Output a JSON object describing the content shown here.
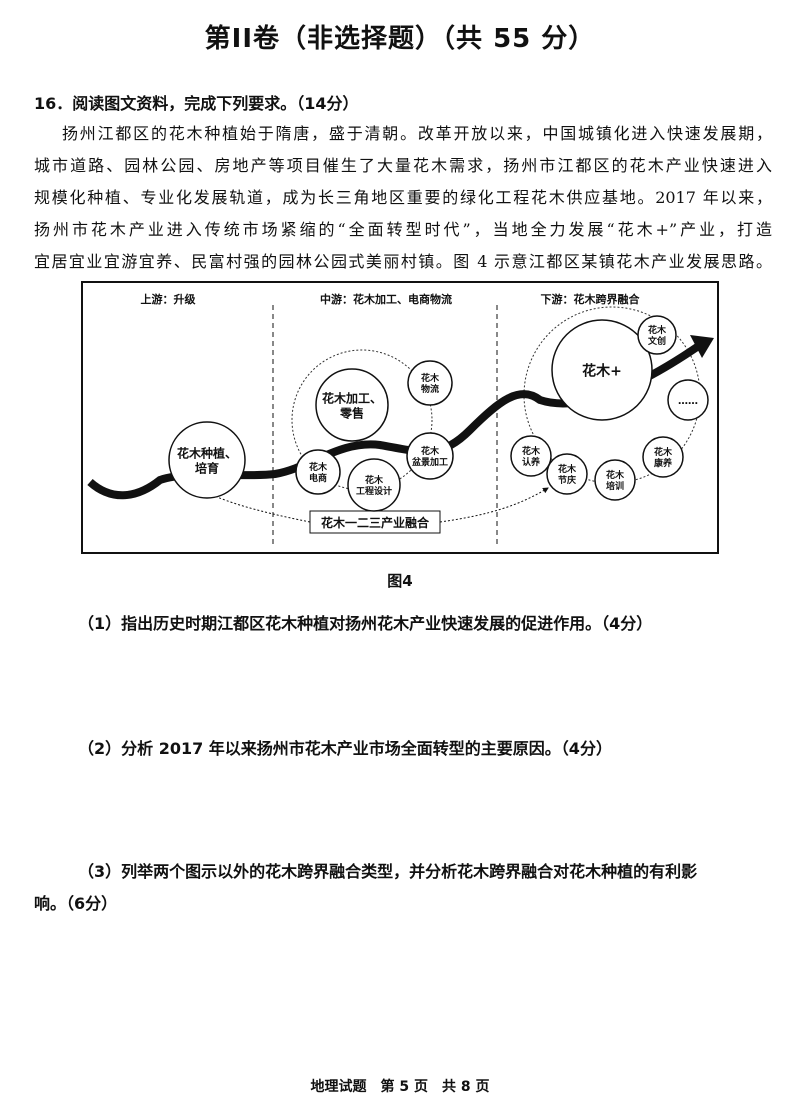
{
  "title": "第II卷（非选择题）（共 55 分）",
  "question": {
    "heading": "16．阅读图文资料，完成下列要求。（14分）",
    "paragraph_lines": [
      "扬州江都区的花木种植始于隋唐，盛于清朝。改革开放以来，中国城镇化进入快速发展期，",
      "城市道路、园林公园、房地产等项目催生了大量花木需求，扬州市江都区的花木产业快速进入",
      "规模化种植、专业化发展轨道，成为长三角地区重要的绿化工程花木供应基地。2017 年以来，",
      "扬州市花木产业进入传统市场紧缩的“全面转型时代”，当地全力发展“花木+”产业，打造",
      "宜居宜业宜游宜养、民富村强的园林公园式美丽村镇。图 4 示意江都区某镇花木产业发展思路。"
    ]
  },
  "figure": {
    "caption": "图4",
    "sections": [
      "上游：升级",
      "中游：花木加工、电商物流",
      "下游：花木跨界融合"
    ],
    "nodes": {
      "planting": [
        "花木种植、",
        "培育"
      ],
      "processing": [
        "花木加工、",
        "零售"
      ],
      "logistics": [
        "花木",
        "物流"
      ],
      "ecommerce": [
        "花木",
        "电商"
      ],
      "engineering": [
        "花木",
        "工程设计"
      ],
      "bonsai": [
        "花木",
        "盆景加工"
      ],
      "plus": "花木+",
      "cultural": [
        "花木",
        "文创"
      ],
      "more": "……",
      "adopt": [
        "花木",
        "认养"
      ],
      "festival": [
        "花木",
        "节庆"
      ],
      "training": [
        "花木",
        "培训"
      ],
      "wellness": [
        "花木",
        "康养"
      ]
    },
    "fusion_label": "花木一二三产业融合"
  },
  "sub_questions": {
    "q1": "（1）指出历史时期江都区花木种植对扬州花木产业快速发展的促进作用。（4分）",
    "q2": "（2）分析 2017 年以来扬州市花木产业市场全面转型的主要原因。（4分）",
    "q3_line1": "（3）列举两个图示以外的花木跨界融合类型，并分析花木跨界融合对花木种植的有利影",
    "q3_line2": "响。（6分）"
  },
  "footer": "地理试题　第 5 页　共 8 页"
}
